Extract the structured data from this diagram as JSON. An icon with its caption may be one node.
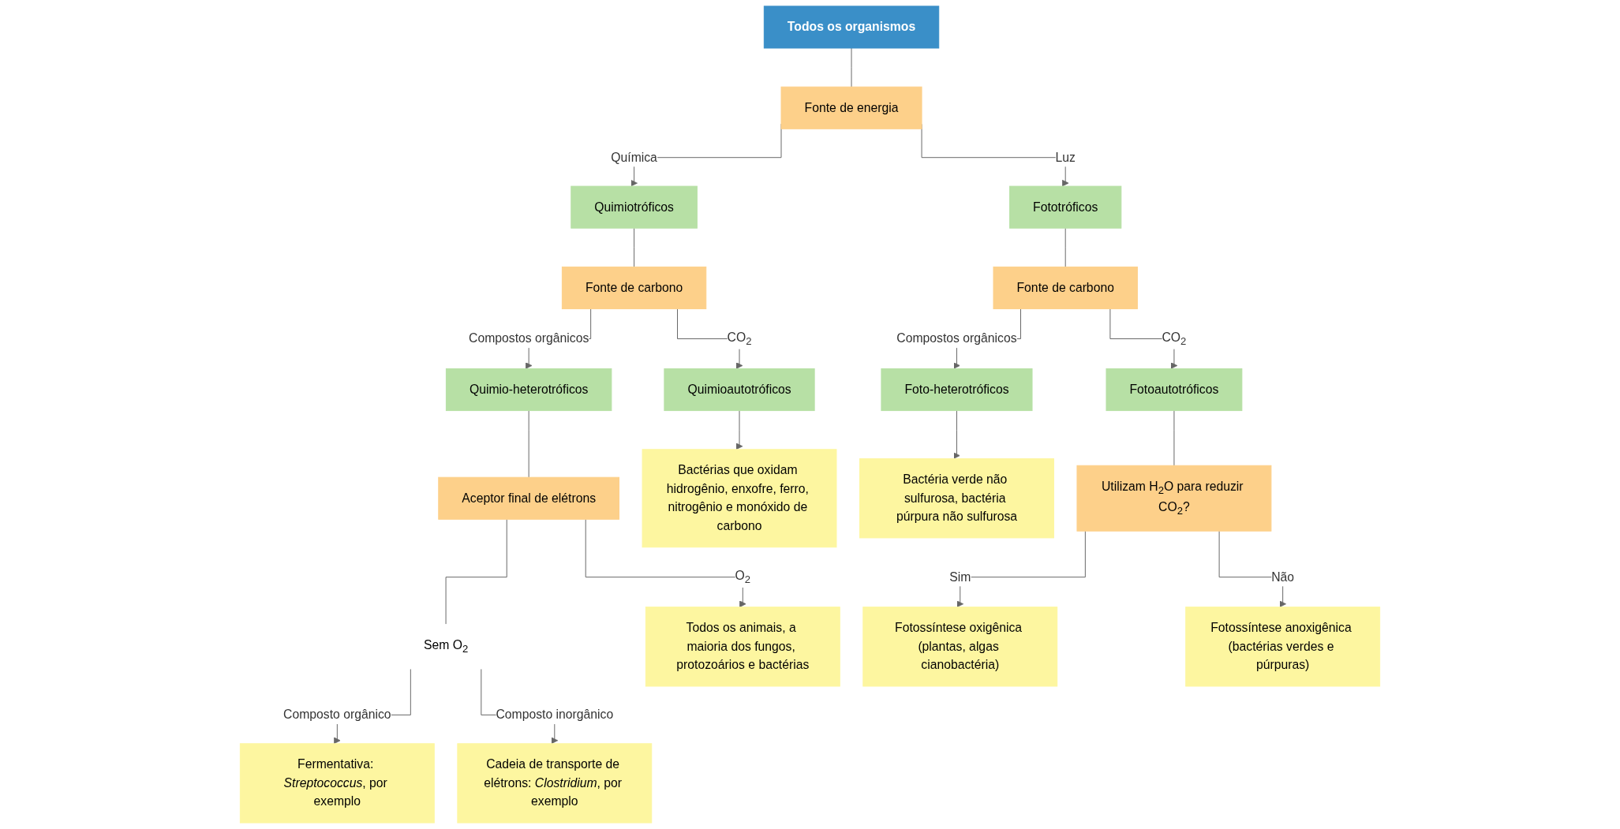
{
  "diagram": {
    "nodes": [
      {
        "text": [
          "Todos os organismos"
        ]
      },
      {
        "text": [
          "Fonte de energia"
        ]
      },
      {
        "text": [
          "Quimiotróficos"
        ]
      },
      {
        "text": [
          "Fototróficos"
        ]
      },
      {
        "text": [
          "Fonte de carbono"
        ]
      },
      {
        "text": [
          "Fonte de carbono"
        ]
      },
      {
        "text": [
          "Quimio-heterotróficos"
        ]
      },
      {
        "text": [
          "Quimioautotróficos"
        ]
      },
      {
        "text": [
          "Foto-heterotróficos"
        ]
      },
      {
        "text": [
          "Fotoautotróficos"
        ]
      },
      {
        "text": [
          "Aceptor final de elétrons"
        ]
      },
      {
        "text": [
          "Bactérias que oxidam hidrogênio, enxofre, ferro, nitrogênio e monóxido de carbono"
        ]
      },
      {
        "text": [
          "Bactéria verde não sulfurosa, bactéria púrpura não sulfurosa"
        ]
      },
      {
        "text": [
          "Utilizam H$_{2}$O para reduzir CO$_{2}$?"
        ]
      },
      {
        "text": [
          "Sem O$_{2}$"
        ]
      },
      {
        "text": [
          "Todos os animais, a maioria dos fungos, protozoários e bactérias"
        ]
      },
      {
        "text": [
          "Fermentativa: *Streptococcus*, por exemplo"
        ]
      },
      {
        "text": [
          "Cadeia de transporte de elétrons: *Clostridium*, por exemplo"
        ]
      },
      {
        "text": [
          "Fotossíntese oxigênica (plantas, algas cianobactéria)"
        ]
      },
      {
        "text": [
          "Fotossíntese anoxigênica (bactérias verdes e púrpuras)"
        ]
      }
    ],
    "edges": [
      {
        "from": 0,
        "to": 1,
        "arrow": "none"
      },
      {
        "from": 1,
        "to": 2,
        "label": "Química",
        "arrow": "to"
      },
      {
        "from": 1,
        "to": 3,
        "label": "Luz",
        "arrow": "to"
      },
      {
        "from": 2,
        "to": 4,
        "arrow": "none"
      },
      {
        "from": 3,
        "to": 5,
        "arrow": "none"
      },
      {
        "from": 4,
        "to": 6,
        "label": "Compostos orgânicos",
        "arrow": "to"
      },
      {
        "from": 4,
        "to": 7,
        "label": "CO$_{2}$",
        "arrow": "to"
      },
      {
        "from": 5,
        "to": 8,
        "label": "Compostos orgânicos",
        "arrow": "to"
      },
      {
        "from": 5,
        "to": 9,
        "label": "CO$_{2}$",
        "arrow": "to"
      },
      {
        "from": 6,
        "to": 10,
        "arrow": "none"
      },
      {
        "from": 7,
        "to": 11,
        "arrow": "to"
      },
      {
        "from": 8,
        "to": 12,
        "arrow": "to"
      },
      {
        "from": 9,
        "to": 13,
        "arrow": "none"
      },
      {
        "from": 10,
        "to": 15,
        "label": "O$_{2}$",
        "arrow": "to"
      },
      {
        "from": 10,
        "to": 14,
        "arrow": "none"
      },
      {
        "from": 14,
        "to": 16,
        "label": "Composto orgânico",
        "arrow": "to"
      },
      {
        "from": 14,
        "to": 17,
        "label": "Composto inorgânico",
        "arrow": "to"
      },
      {
        "from": 13,
        "to": 18,
        "label": "Sim",
        "arrow": "to"
      },
      {
        "from": 13,
        "to": 19,
        "label": "Não",
        "arrow": "to"
      }
    ]
  }
}
